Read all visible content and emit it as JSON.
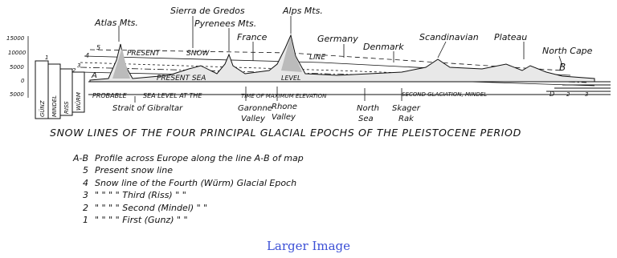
{
  "diagram": {
    "peaks": [
      "Atlas Mts.",
      "Sierra de Gredos",
      "Pyrenees Mts.",
      "France",
      "Alps Mts.",
      "Germany",
      "Denmark",
      "Scandinavian",
      "Plateau",
      "North Cape"
    ],
    "lower_labels": [
      "Strait of Gibraltar",
      "Garonne",
      "Valley",
      "Rhone",
      "Valley",
      "North",
      "Sea",
      "Skager",
      "Rak"
    ],
    "elevations": [
      "15000",
      "10000",
      "5000",
      "0",
      "5000"
    ],
    "glacial_boxes": [
      "GÜNZ",
      "MINDEL",
      "RISS",
      "WÜRM"
    ],
    "line_texts": [
      "PRESENT",
      "SNOW",
      "LINE",
      "PRESENT SEA",
      "LEVEL",
      "PROBABLE",
      "SEA LEVEL AT THE",
      "TIME OF MAXIMUM ELEVATION",
      "SECOND GLACIATION, MINDEL"
    ],
    "numbers": [
      "5",
      "4",
      "3",
      "2",
      "1",
      "A",
      "B",
      "2",
      "3"
    ],
    "end_letter": "D"
  },
  "caption": "SNOW LINES OF THE FOUR PRINCIPAL GLACIAL EPOCHS OF THE PLEISTOCENE PERIOD",
  "legend": [
    {
      "key": "A-B",
      "text": "Profile across Europe along the line A-B of map"
    },
    {
      "key": "5",
      "text": "Present snow line"
    },
    {
      "key": "4",
      "text": "Snow line of the Fourth (Würm) Glacial Epoch"
    },
    {
      "key": "3",
      "text": "\"  \"  \"  \"  Third (Riss)        \"        \""
    },
    {
      "key": "2",
      "text": "\"  \"  \"  \"  Second (Mindel)   \"        \""
    },
    {
      "key": "1",
      "text": "\"  \"  \"  \"  First (Gunz)        \"        \""
    }
  ],
  "link": {
    "label": "Larger Image"
  }
}
